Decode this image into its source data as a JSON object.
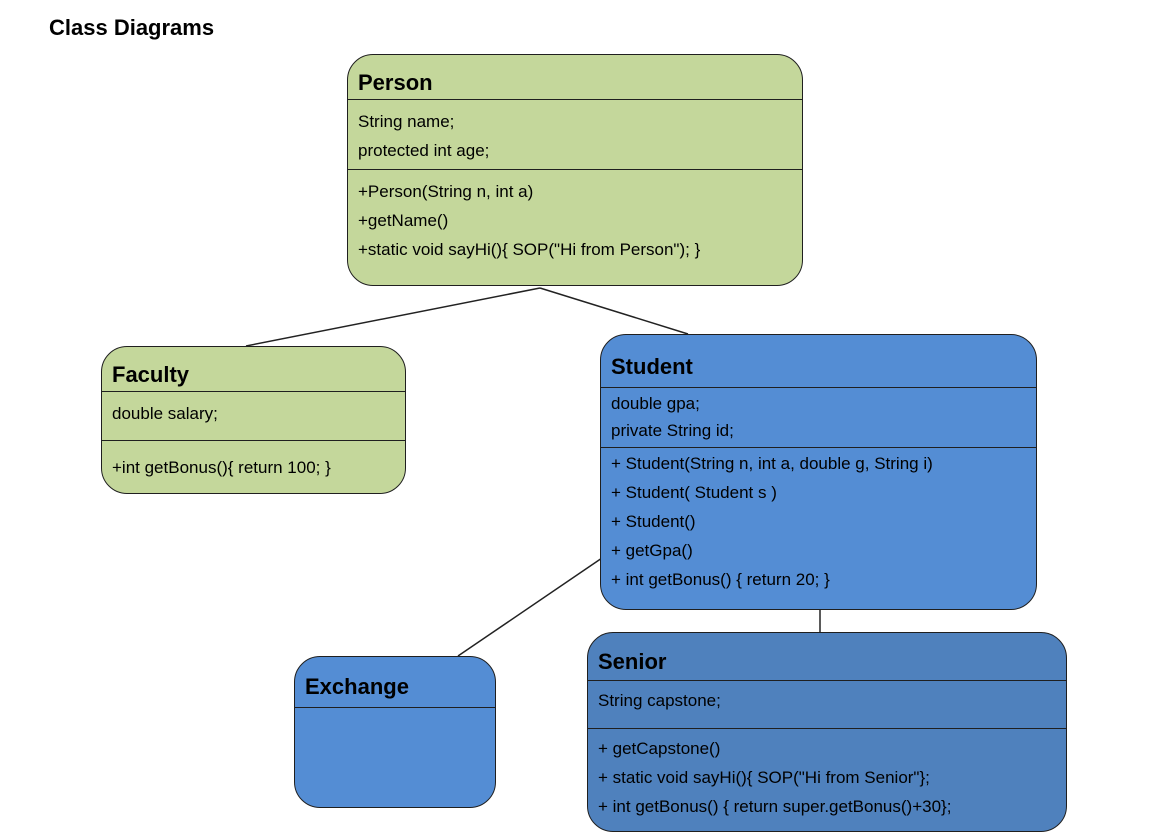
{
  "page": {
    "title": "Class Diagrams"
  },
  "classes": {
    "person": {
      "name": "Person",
      "attributes": [
        "String name;",
        "protected int age;"
      ],
      "methods": [
        "+Person(String n, int a)",
        "+getName()",
        "+static void sayHi(){ SOP(\"Hi from Person\"); }"
      ]
    },
    "faculty": {
      "name": "Faculty",
      "attributes": [
        "double salary;"
      ],
      "methods": [
        "+int getBonus(){ return 100; }"
      ]
    },
    "student": {
      "name": "Student",
      "attributes": [
        "double gpa;",
        "private String id;"
      ],
      "methods": [
        "+ Student(String n, int a, double g, String i)",
        "+ Student( Student s )",
        "+ Student()",
        "+ getGpa()",
        "+ int getBonus() { return 20; }"
      ]
    },
    "exchange": {
      "name": "Exchange",
      "attributes": [],
      "methods": []
    },
    "senior": {
      "name": "Senior",
      "attributes": [
        "String capstone;"
      ],
      "methods": [
        "+ getCapstone()",
        "+ static void sayHi(){ SOP(\"Hi from Senior\"};",
        "+ int getBonus() { return super.getBonus()+30};"
      ]
    }
  },
  "colors": {
    "person": "#c4d79b",
    "faculty": "#c4d79b",
    "student": "#548dd4",
    "exchange": "#548dd4",
    "senior": "#4f81bd",
    "border": "#1f1f1f"
  },
  "relationships": [
    {
      "from": "Faculty",
      "to": "Person"
    },
    {
      "from": "Student",
      "to": "Person"
    },
    {
      "from": "Exchange",
      "to": "Student"
    },
    {
      "from": "Senior",
      "to": "Student"
    }
  ]
}
